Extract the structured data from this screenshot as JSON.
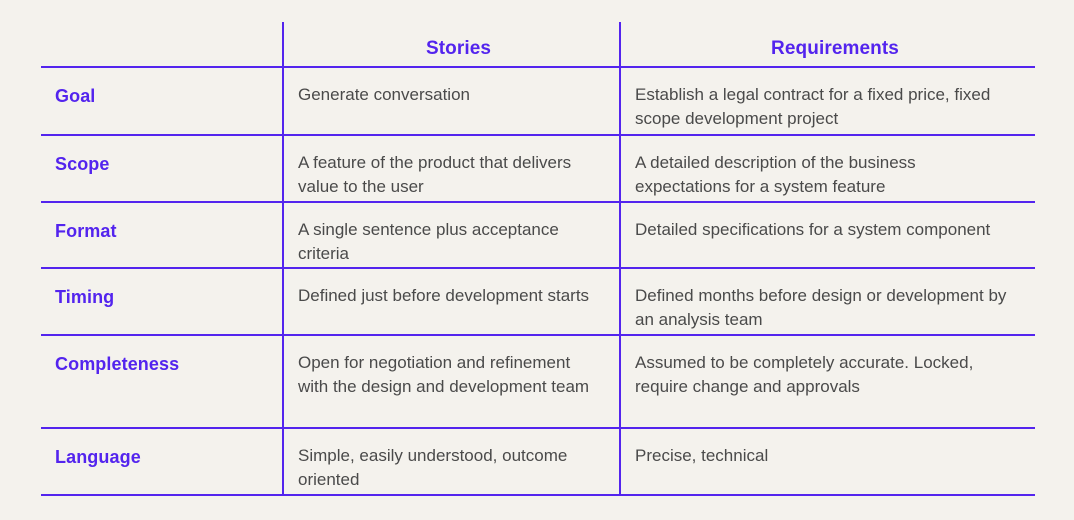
{
  "theme": {
    "background": "#f4f2ed",
    "accent": "#5324ee",
    "body_text": "#4a4a4a",
    "rule_color": "#5324ee"
  },
  "table": {
    "corner_label": "",
    "columns": [
      "",
      "Stories",
      "Requirements"
    ],
    "headers": {
      "label_column": "",
      "stories": "Stories",
      "requirements": "Requirements"
    },
    "rows": [
      {
        "label": "Goal",
        "stories": "Generate conversation",
        "requirements": "Establish a legal contract for a fixed price, fixed scope development project"
      },
      {
        "label": "Scope",
        "stories": "A feature of the product that delivers value to the user",
        "requirements": "A detailed description of the business expectations for a system feature"
      },
      {
        "label": "Format",
        "stories": "A single sentence plus acceptance criteria",
        "requirements": "Detailed specifications for a system component"
      },
      {
        "label": "Timing",
        "stories": "Defined just before development starts",
        "requirements": "Defined months before design or development by an analysis team"
      },
      {
        "label": "Completeness",
        "stories": "Open for negotiation and refinement with the design and development team",
        "requirements": "Assumed to be completely accurate. Locked, require change and approvals"
      },
      {
        "label": "Language",
        "stories": "Simple, easily understood, outcome oriented",
        "requirements": "Precise, technical"
      }
    ]
  }
}
